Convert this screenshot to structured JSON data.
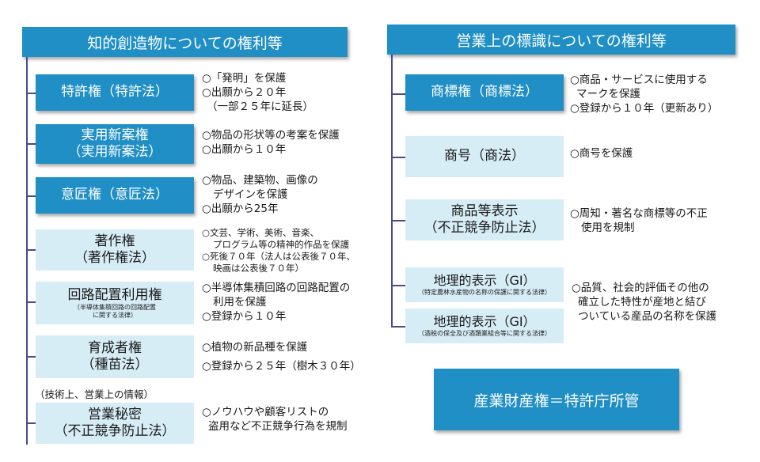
{
  "left": {
    "header": "知的創造物についての権利等",
    "items": [
      {
        "title": "特許権（特許法）",
        "desc": [
          "○「発明」を保護",
          "○出願から２０年",
          "（一部２５年に延長）"
        ]
      },
      {
        "title": "実用新案権",
        "title2": "（実用新案法）",
        "desc": [
          "○物品の形状等の考案を保護",
          "○出願から１０年"
        ]
      },
      {
        "title": "意匠権（意匠法）",
        "desc": [
          "○物品、建築物、画像の",
          "デザインを保護",
          "○出願から25年"
        ]
      },
      {
        "title": "著作権",
        "title2": "（著作権法）",
        "desc": [
          "○文芸、学術、美術、音楽、",
          "プログラム等の精神的作品を保護",
          "○死後７０年（法人は公表後７０年、",
          "映画は公表後７０年）"
        ]
      },
      {
        "title": "回路配置利用権",
        "subtitle": [
          "（半導体集積回路の回路配置",
          "に関する法律）"
        ],
        "desc": [
          "○半導体集積回路の回路配置の",
          "利用を保護",
          "○登録から１０年"
        ]
      },
      {
        "title": "育成者権",
        "title2": "（種苗法）",
        "desc": [
          "○植物の新品種を保護",
          "○登録から２５年（樹木３０年）"
        ]
      },
      {
        "title": "営業秘密",
        "title2": "（不正競争防止法）",
        "desc": [
          "○ノウハウや顧客リストの",
          "盗用など不正競争行為を規制"
        ]
      }
    ],
    "note": "（技術上、営業上の情報）"
  },
  "right": {
    "header": "営業上の標識についての権利等",
    "items": [
      {
        "title": "商標権（商標法）",
        "desc": [
          "○商品・サービスに使用する",
          "マークを保護",
          "○登録から１０年（更新あり）"
        ]
      },
      {
        "title": "商号（商法）",
        "desc": [
          "○商号を保護"
        ]
      },
      {
        "title": "商品等表示",
        "title2": "（不正競争防止法）",
        "desc": [
          "○周知・著名な商標等の不正",
          "使用を規制"
        ]
      },
      {
        "title": "地理的表示（GI）",
        "subtitle": [
          "（特定農林水産物の名称の保護に関する法律）"
        ]
      },
      {
        "title": "地理的表示（GI）",
        "subtitle": [
          "（酒税の保全及び酒類業組合等に関する法律）"
        ]
      }
    ],
    "gi_desc": [
      "○品質、社会的評価その他の",
      "確立した特性が産地と結び",
      "ついている産品の名称を保護"
    ]
  },
  "footer": "産業財産権＝特許庁所管"
}
